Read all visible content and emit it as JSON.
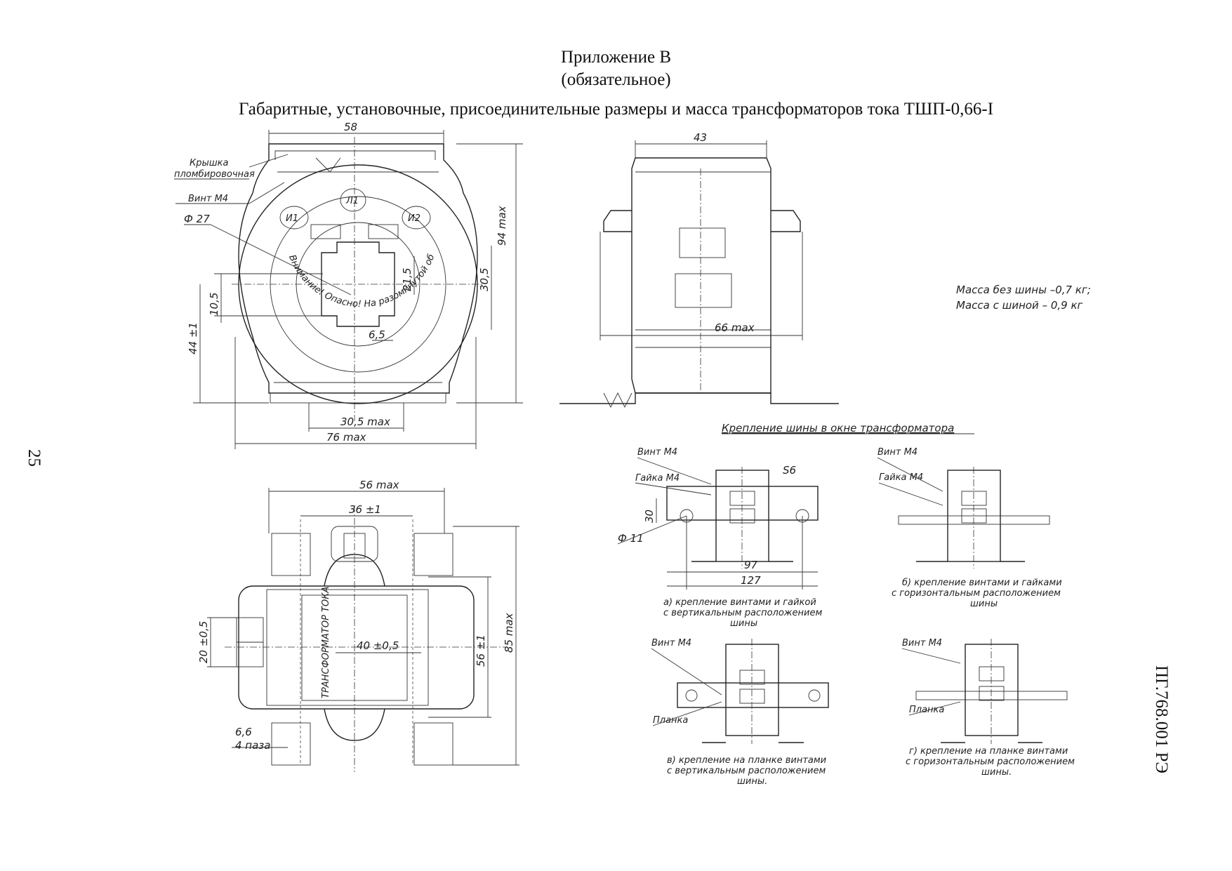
{
  "header": {
    "title": "Приложение В",
    "subtitle": "(обязательное)",
    "caption": "Габаритные, установочные, присоединительные размеры и масса трансформаторов тока ТШП-0,66-I"
  },
  "page_number": "25",
  "document_id": "ПГ.768.001 РЭ",
  "front_view": {
    "dims": {
      "width_top": "58",
      "height_total": "94 max",
      "diameter": "Ф 27",
      "window_h": "21,5",
      "window_h2": "30,5",
      "offset": "10,5",
      "base_h": "44 ±1",
      "slot": "6,5",
      "base_w": "30,5 max",
      "total_w": "76 max"
    },
    "labels": {
      "cover": "Крышка",
      "cover2": "пломбировочная",
      "screw": "Винт М4",
      "l1": "Л1",
      "i1": "И1",
      "i2": "И2"
    },
    "warning": "Внимание! Опасно! На разомкнутой обмотке напряжение!"
  },
  "side_view": {
    "dims": {
      "width_top": "43",
      "width_total": "66 max"
    }
  },
  "mass": {
    "line1": "Масса без шины –0,7 кг;",
    "line2": "Масса с шиной – 0,9 кг"
  },
  "top_view": {
    "dims": {
      "width": "56 max",
      "holes": "36 ±1",
      "slot_h": "20 ±0,5",
      "inner": "40 ±0,5",
      "height_inner": "56 ±1",
      "height_total": "85 max",
      "slot_w": "6,6",
      "slots": "4 паза"
    },
    "label": "ТРАНСФОРМАТОР ТОКА"
  },
  "bus_section": {
    "title": "Крепление шины в окне трансформатора",
    "a": {
      "screw": "Винт М4",
      "nut": "Гайка М4",
      "s": "S6",
      "h": "30",
      "hole": "Ф 11",
      "w1": "97",
      "w2": "127",
      "caption1": "а) крепление винтами и гайкой",
      "caption2": "с вертикальным расположением",
      "caption3": "шины"
    },
    "b": {
      "screw": "Винт М4",
      "nut": "Гайка М4",
      "caption1": "б) крепление винтами и гайками",
      "caption2": "с горизонтальным расположением",
      "caption3": "шины"
    },
    "v": {
      "screw": "Винт М4",
      "plate": "Планка",
      "caption1": "в) крепление на планке винтами",
      "caption2": "с вертикальным расположением",
      "caption3": "шины."
    },
    "g": {
      "screw": "Винт М4",
      "plate": "Планка",
      "caption1": "г) крепление на планке винтами",
      "caption2": "с горизонтальным расположением",
      "caption3": "шины."
    }
  }
}
